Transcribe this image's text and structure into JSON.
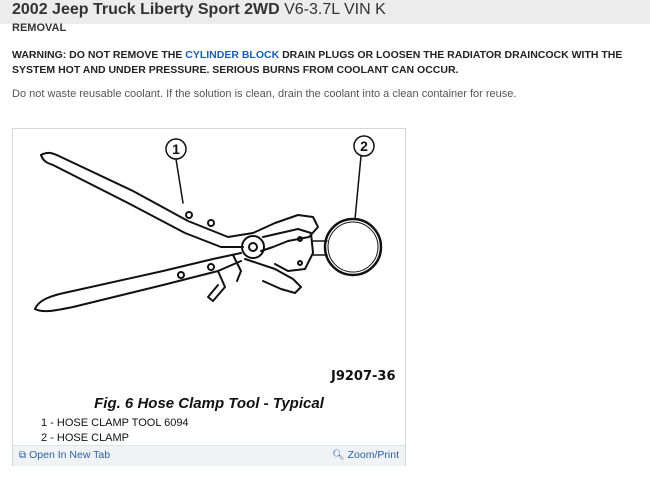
{
  "header": {
    "title_main": "2002 Jeep Truck Liberty Sport 2WD",
    "title_engine": "V6-3.7L VIN K",
    "section": "REMOVAL"
  },
  "warning": {
    "prefix": "WARNING: DO NOT REMOVE THE ",
    "link": "CYLINDER BLOCK",
    "suffix": " DRAIN PLUGS OR LOOSEN THE RADIATOR DRAINCOCK WITH THE SYSTEM HOT AND UNDER PRESSURE. SERIOUS BURNS FROM COOLANT CAN OCCUR."
  },
  "note": "Do not waste reusable coolant. If the solution is clean, drain the coolant into a clean container for reuse.",
  "figure": {
    "callout_1": "1",
    "callout_2": "2",
    "code": "J9207-36",
    "caption": "Fig. 6 Hose Clamp Tool - Typical",
    "legend": [
      "1 - HOSE CLAMP TOOL 6094",
      "2 - HOSE CLAMP"
    ]
  },
  "footer": {
    "open_new_tab": "Open In New Tab",
    "zoom_print": "Zoom/Print"
  }
}
